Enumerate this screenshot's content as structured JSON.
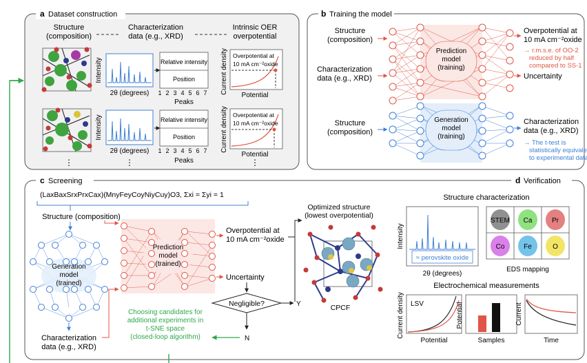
{
  "panel_a": {
    "letter": "a",
    "title": "Dataset construction",
    "col1": [
      "Structure",
      "(composition)"
    ],
    "col2": [
      "Characterization",
      "data (e.g., XRD)"
    ],
    "col3": [
      "Intrinsic OER",
      "overpotential"
    ],
    "xrd_ylabel": "Intensity",
    "xrd_xlabel": "2θ (degrees)",
    "relative_intensity": "Relative intensity",
    "position": "Position",
    "ticks": [
      "1",
      "2",
      "3",
      "4",
      "5",
      "6",
      "7"
    ],
    "peaks_label": "Peaks",
    "cd_ylabel": "Current density",
    "potential_label": "Potential",
    "overpotential_at": "Overpotential at",
    "overpotential_value": "10 mA cm⁻²oxide",
    "ellipsis": "⋮"
  },
  "panel_b": {
    "letter": "b",
    "title": "Training the model",
    "in1": [
      "Structure",
      "(composition)"
    ],
    "in2": [
      "Characterization",
      "data (e.g., XRD)"
    ],
    "in3": [
      "Structure",
      "(composition)"
    ],
    "pred_model": [
      "Prediction",
      "model",
      "(training)"
    ],
    "gen_model": [
      "Generation",
      "model",
      "(training)"
    ],
    "out1": [
      "Overpotential at",
      "10 mA cm⁻²oxide"
    ],
    "out2": "Uncertainty",
    "out3": [
      "Characterization",
      "data (e.g., XRD)"
    ],
    "note_red": [
      "→ r.m.s.e. of OO-2",
      "reduced by half",
      "compared to SS-1"
    ],
    "note_blue": [
      "→ The t-test is",
      "statistically equivalent",
      "to experimental data"
    ]
  },
  "panel_c": {
    "letter": "c",
    "title": "Screening",
    "formula": "(LaxBaxSrxPrxCax)(MnyFeyCoyNiyCuy)O3,  Σxi = Σyi = 1",
    "structure": "Structure (composition)",
    "gen_model": [
      "Generation",
      "model",
      "(trained)"
    ],
    "pred_model": [
      "Prediction",
      "model",
      "(trained)"
    ],
    "overpotential": [
      "Overpotential at",
      "10 mA cm⁻²oxide"
    ],
    "uncertainty": "Uncertainty",
    "decision": "Negligible?",
    "yes": "Y",
    "no": "N",
    "optimized": [
      "Optimized structure",
      "(lowest overpotential)"
    ],
    "cpcf": "CPCF",
    "candidates": [
      "Choosing candidates for",
      "additional experiments in",
      "t-SNE space",
      "(closed-loop algorithm)"
    ],
    "char_data": [
      "Characterization",
      "data (e.g., XRD)"
    ]
  },
  "panel_d": {
    "letter": "d",
    "title": "Verification",
    "structure_char": "Structure characterization",
    "intensity": "Intensity",
    "perovskite": "≈ perovskite oxide",
    "two_theta": "2θ (degrees)",
    "eds_mapping": "EDS mapping",
    "eds_cells": [
      {
        "label": "STEM",
        "color": "#7d7d7d"
      },
      {
        "label": "Ca",
        "color": "#7ddc6a"
      },
      {
        "label": "Pr",
        "color": "#e06a6a"
      },
      {
        "label": "Co",
        "color": "#d46ae6"
      },
      {
        "label": "Fe",
        "color": "#5ab8e8"
      },
      {
        "label": "O",
        "color": "#f0e04a"
      }
    ],
    "electro": "Electrochemical measurements",
    "lsv": "LSV",
    "current_density": "Current density",
    "potential": "Potential",
    "potential_y": "Potential",
    "samples": "Samples",
    "current": "Current",
    "time": "Time"
  },
  "colors": {
    "red": "#e05545",
    "blue": "#3e7fd6",
    "green": "#2ea94b",
    "gray_bg": "#f1f1f1",
    "frame": "#555555"
  }
}
